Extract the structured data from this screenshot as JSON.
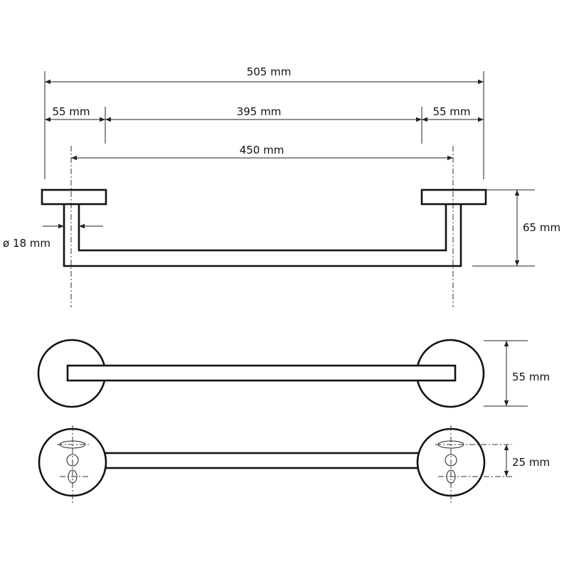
{
  "dimensions": {
    "overall_length": "505 mm",
    "left_offset": "55 mm",
    "inner_span": "395 mm",
    "right_offset": "55 mm",
    "center_distance": "450 mm",
    "tube_diameter": "ø 18 mm",
    "projection": "65 mm",
    "flange_diameter": "55 mm",
    "hole_spacing": "25 mm"
  }
}
